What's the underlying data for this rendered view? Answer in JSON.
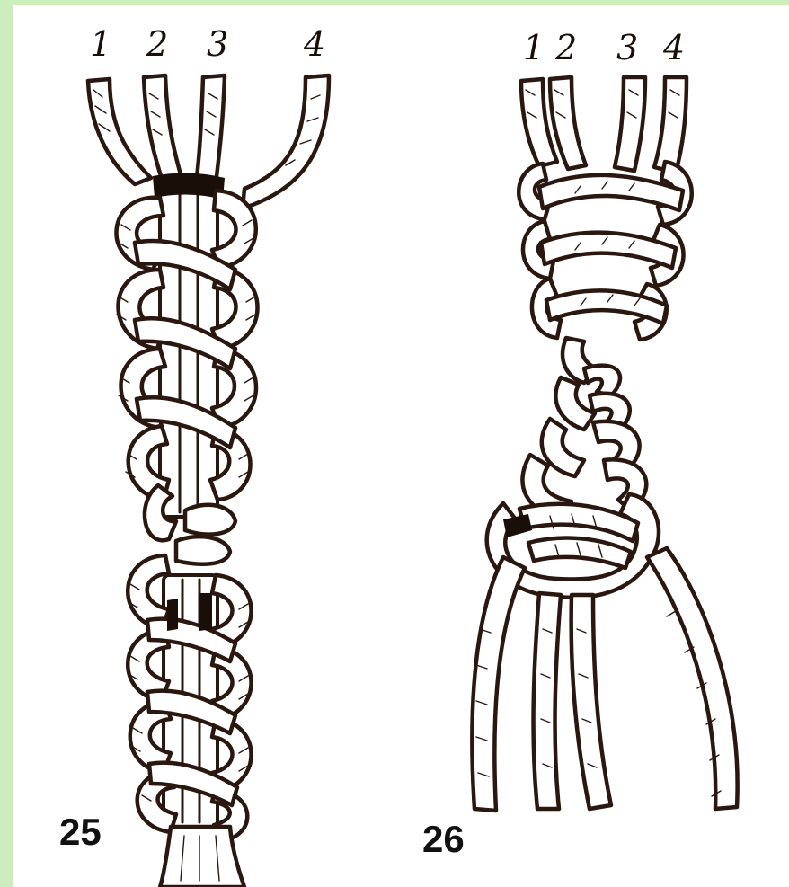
{
  "figures": [
    {
      "id": "25",
      "cord_labels": [
        "1",
        "2",
        "3",
        "4"
      ],
      "figure_number": "25"
    },
    {
      "id": "26",
      "cord_labels": [
        "1",
        "2",
        "3",
        "4"
      ],
      "figure_number": "26"
    }
  ],
  "colors": {
    "page_border": "#cdeebc",
    "paper": "#ffffff",
    "ink": "#2a1810"
  }
}
